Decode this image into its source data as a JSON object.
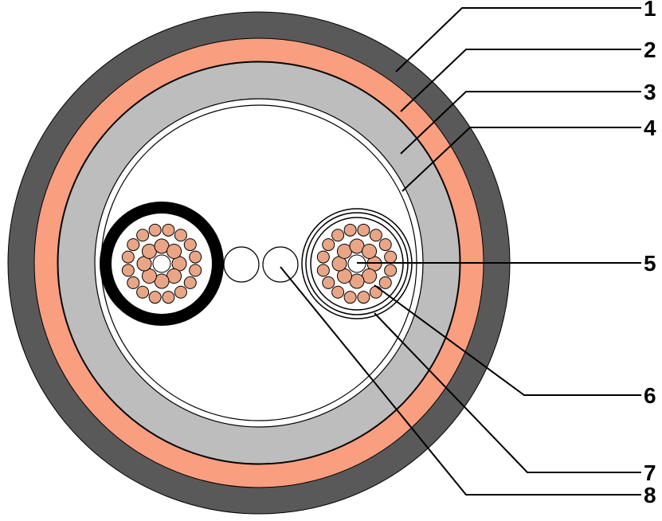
{
  "colors": {
    "outer_sheath": "#595959",
    "copper_layer": "#FA9E80",
    "copper_wire": "#E9A687",
    "filler_layer": "#BDBDBD",
    "core_black": "#000000",
    "background": "#FFFFFF"
  },
  "callouts": [
    {
      "id": "1",
      "label": "1"
    },
    {
      "id": "2",
      "label": "2"
    },
    {
      "id": "3",
      "label": "3"
    },
    {
      "id": "4",
      "label": "4"
    },
    {
      "id": "5",
      "label": "5"
    },
    {
      "id": "6",
      "label": "6"
    },
    {
      "id": "7",
      "label": "7"
    },
    {
      "id": "8",
      "label": "8"
    }
  ]
}
